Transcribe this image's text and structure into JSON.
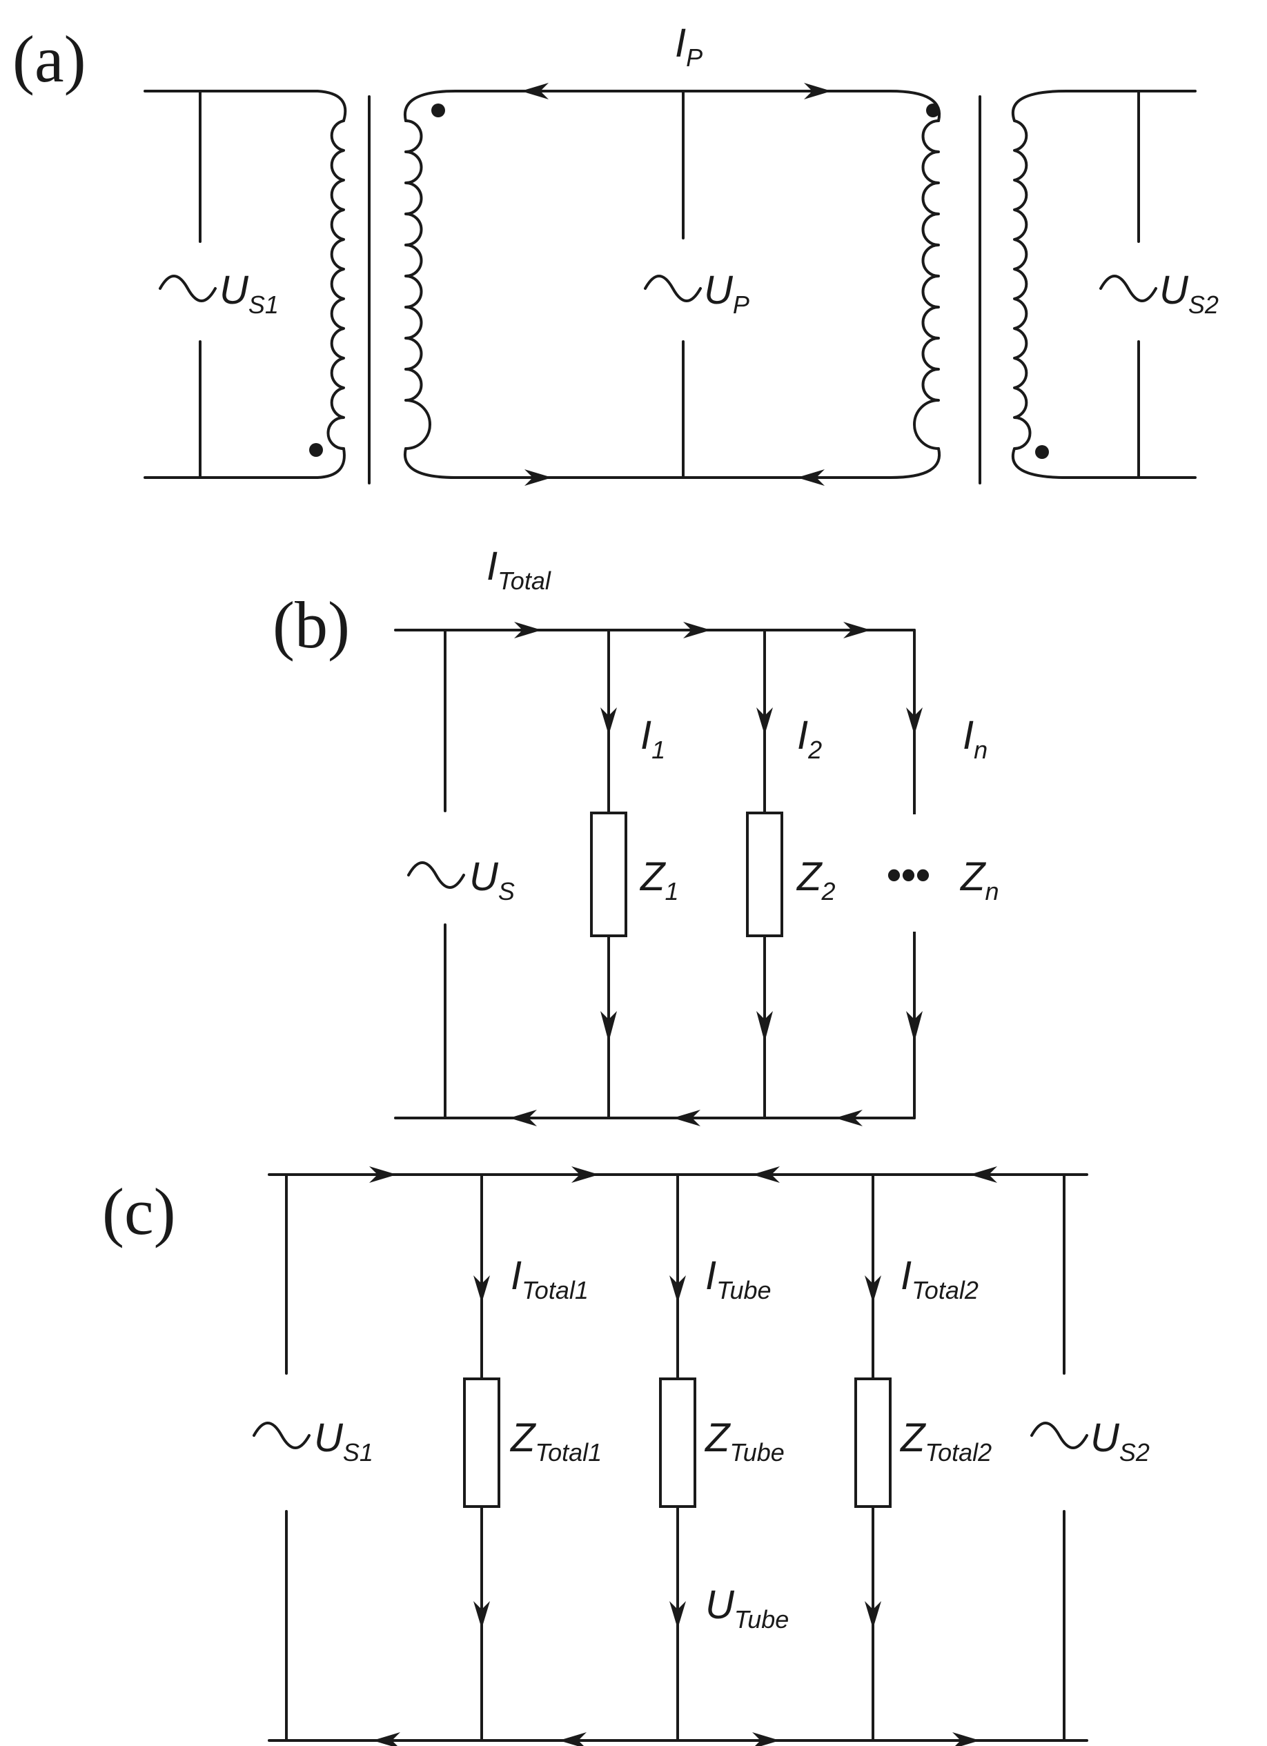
{
  "panel_a": {
    "label": "(a)",
    "I_P": {
      "main": "I",
      "sub": "P"
    },
    "U_S1": {
      "main": "U",
      "sub": "S1"
    },
    "U_P": {
      "main": "U",
      "sub": "P"
    },
    "U_S2": {
      "main": "U",
      "sub": "S2"
    }
  },
  "panel_b": {
    "label": "(b)",
    "I_Total": {
      "main": "I",
      "sub": "Total"
    },
    "I_1": {
      "main": "I",
      "sub": "1"
    },
    "I_2": {
      "main": "I",
      "sub": "2"
    },
    "I_n": {
      "main": "I",
      "sub": "n"
    },
    "U_S": {
      "main": "U",
      "sub": "S"
    },
    "Z_1": {
      "main": "Z",
      "sub": "1"
    },
    "Z_2": {
      "main": "Z",
      "sub": "2"
    },
    "Z_n": {
      "main": "Z",
      "sub": "n"
    },
    "ellipsis": "•••"
  },
  "panel_c": {
    "label": "(c)",
    "U_S1": {
      "main": "U",
      "sub": "S1"
    },
    "U_S2": {
      "main": "U",
      "sub": "S2"
    },
    "I_Total1": {
      "main": "I",
      "sub": "Total1"
    },
    "I_Tube": {
      "main": "I",
      "sub": "Tube"
    },
    "I_Total2": {
      "main": "I",
      "sub": "Total2"
    },
    "Z_Total1": {
      "main": "Z",
      "sub": "Total1"
    },
    "Z_Tube": {
      "main": "Z",
      "sub": "Tube"
    },
    "Z_Total2": {
      "main": "Z",
      "sub": "Total2"
    },
    "U_Tube": {
      "main": "U",
      "sub": "Tube"
    }
  },
  "colors": {
    "ink": "#1a1a1a",
    "background": "#ffffff"
  }
}
